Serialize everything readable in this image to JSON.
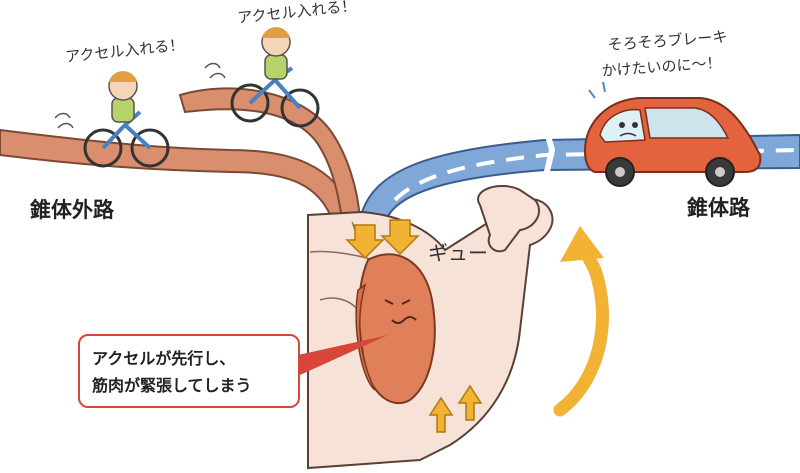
{
  "labels": {
    "extrapyramidal_path": "錐体外路",
    "pyramidal_path": "錐体路"
  },
  "speech": {
    "cyclist_1": "アクセル入れる！",
    "cyclist_2": "アクセル入れる！",
    "car_line1": "そろそろブレーキ",
    "car_line2": "かけたいのに〜！",
    "muscle_sound": "ギュー"
  },
  "callout": {
    "line1": "アクセルが先行し、",
    "line2": "筋肉が緊張してしまう"
  },
  "colors": {
    "brown_road": "#d98e6e",
    "blue_road": "#7fa8d8",
    "arrow_orange": "#f2b233",
    "arm_skin": "#f6e2d6",
    "muscle": "#e0805a",
    "car": "#e2633d",
    "callout_border": "#d8463a"
  }
}
